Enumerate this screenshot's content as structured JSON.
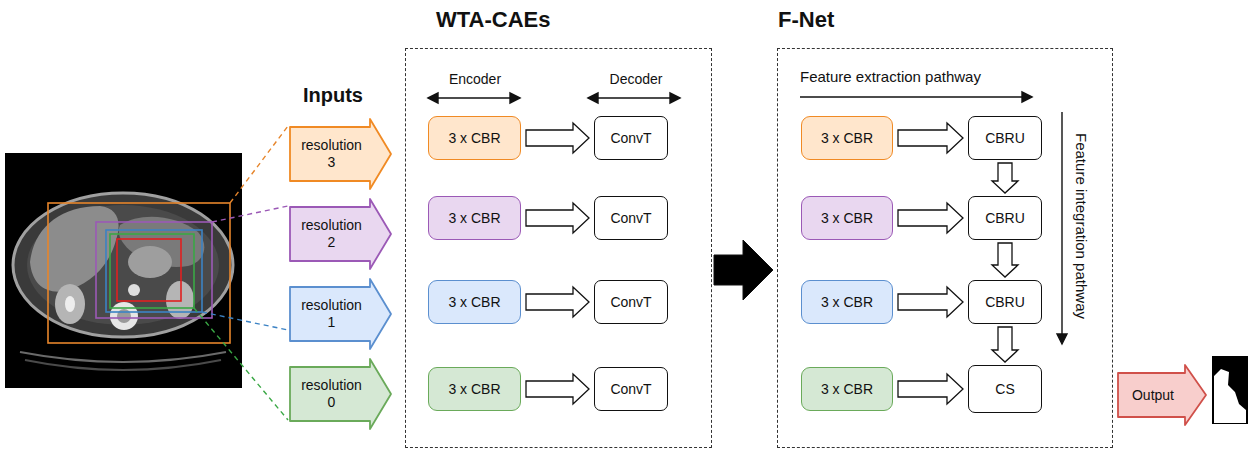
{
  "diagram": {
    "nodes": [
      {
        "text": [
          "resolution 3"
        ]
      },
      {
        "text": [
          "resolution 2"
        ]
      },
      {
        "text": [
          "resolution 1"
        ]
      },
      {
        "text": [
          "resolution 0"
        ]
      },
      {
        "text": [
          "WTA-CAEs"
        ]
      },
      {
        "text": [
          "3 x CBR"
        ],
        "in": 4
      },
      {
        "text": [
          "ConvT"
        ],
        "in": 4
      },
      {
        "text": [
          "3 x CBR"
        ],
        "in": 4
      },
      {
        "text": [
          "ConvT"
        ],
        "in": 4
      },
      {
        "text": [
          "3 x CBR"
        ],
        "in": 4
      },
      {
        "text": [
          "ConvT"
        ],
        "in": 4
      },
      {
        "text": [
          "3 x CBR"
        ],
        "in": 4
      },
      {
        "text": [
          "ConvT"
        ],
        "in": 4
      },
      {
        "text": [
          "F-Net"
        ]
      },
      {
        "text": [
          "3 x CBR"
        ],
        "in": 13
      },
      {
        "text": [
          "CBRU"
        ],
        "in": 13
      },
      {
        "text": [
          "3 x CBR"
        ],
        "in": 13
      },
      {
        "text": [
          "CBRU"
        ],
        "in": 13
      },
      {
        "text": [
          "3 x CBR"
        ],
        "in": 13
      },
      {
        "text": [
          "CBRU"
        ],
        "in": 13
      },
      {
        "text": [
          "3 x CBR"
        ],
        "in": 13
      },
      {
        "text": [
          "CS"
        ],
        "in": 13
      },
      {
        "text": [
          "Output"
        ]
      }
    ],
    "edges": [
      {
        "from": 5,
        "to": 6,
        "arrow": "to"
      },
      {
        "from": 7,
        "to": 8,
        "arrow": "to"
      },
      {
        "from": 9,
        "to": 10,
        "arrow": "to"
      },
      {
        "from": 11,
        "to": 12,
        "arrow": "to"
      },
      {
        "from": 4,
        "to": 13,
        "arrow": "to"
      },
      {
        "from": 14,
        "to": 15,
        "arrow": "to"
      },
      {
        "from": 16,
        "to": 17,
        "arrow": "to"
      },
      {
        "from": 18,
        "to": 19,
        "arrow": "to"
      },
      {
        "from": 20,
        "to": 21,
        "arrow": "to"
      },
      {
        "from": 15,
        "to": 17,
        "arrow": "to"
      },
      {
        "from": 17,
        "to": 19,
        "arrow": "to"
      },
      {
        "from": 19,
        "to": 21,
        "arrow": "to"
      }
    ],
    "labels": [
      "Inputs",
      "Encoder",
      "Decoder",
      "Feature extraction pathway",
      "Feature integration pathway"
    ]
  }
}
